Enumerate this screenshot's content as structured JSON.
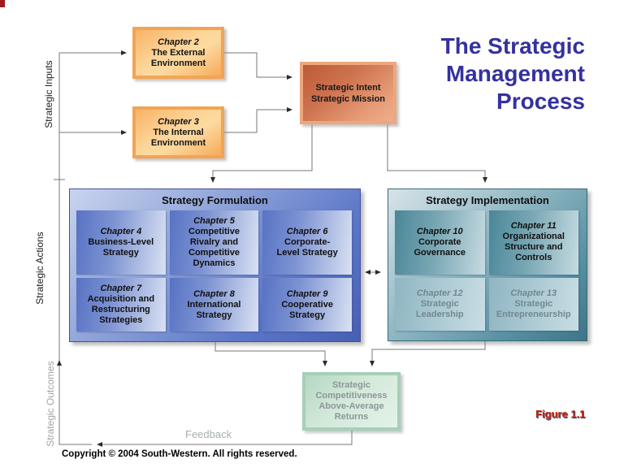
{
  "title": {
    "lines": [
      "The Strategic",
      "Management",
      "Process"
    ]
  },
  "side_labels": {
    "inputs": "Strategic Inputs",
    "actions": "Strategic Actions",
    "outcomes": "Strategic Outcomes"
  },
  "input_boxes": [
    {
      "chapter": "Chapter 2",
      "name": [
        "The External",
        "Environment"
      ]
    },
    {
      "chapter": "Chapter 3",
      "name": [
        "The Internal",
        "Environment"
      ]
    }
  ],
  "intent_box": {
    "lines": [
      "Strategic Intent",
      "Strategic Mission"
    ]
  },
  "formulation": {
    "header": "Strategy Formulation",
    "boxes": [
      {
        "chapter": "Chapter 4",
        "name": [
          "Business-Level",
          "Strategy"
        ]
      },
      {
        "chapter": "Chapter 5",
        "name": [
          "Competitive",
          "Rivalry and",
          "Competitive",
          "Dynamics"
        ]
      },
      {
        "chapter": "Chapter 6",
        "name": [
          "Corporate-",
          "Level Strategy"
        ]
      },
      {
        "chapter": "Chapter 7",
        "name": [
          "Acquisition and",
          "Restructuring",
          "Strategies"
        ]
      },
      {
        "chapter": "Chapter 8",
        "name": [
          "International",
          "Strategy"
        ]
      },
      {
        "chapter": "Chapter 9",
        "name": [
          "Cooperative",
          "Strategy"
        ]
      }
    ]
  },
  "implementation": {
    "header": "Strategy Implementation",
    "boxes": [
      {
        "chapter": "Chapter 10",
        "name": [
          "Corporate",
          "Governance"
        ]
      },
      {
        "chapter": "Chapter 11",
        "name": [
          "Organizational",
          "Structure and",
          "Controls"
        ]
      },
      {
        "chapter": "Chapter 12",
        "name": [
          "Strategic",
          "Leadership"
        ]
      },
      {
        "chapter": "Chapter 13",
        "name": [
          "Strategic",
          "Entrepreneurship"
        ]
      }
    ]
  },
  "outcome_box": {
    "lines": [
      "Strategic",
      "Competitiveness",
      "Above-Average",
      "Returns"
    ]
  },
  "feedback_label": "Feedback",
  "figure_label": "Figure 1.1",
  "copyright": "Copyright © 2004 South-Western. All rights reserved.",
  "colors": {
    "title_text": "#34319f",
    "orange_border": "#f3a452",
    "intent_border": "#eca87c",
    "formulation_panel": "#5b76c8",
    "implementation_panel": "#548e9f",
    "outcome_border": "#a6d0b6",
    "figure_red": "#c0260c",
    "muted_text": "#8d9699",
    "line_gray": "#777777"
  }
}
